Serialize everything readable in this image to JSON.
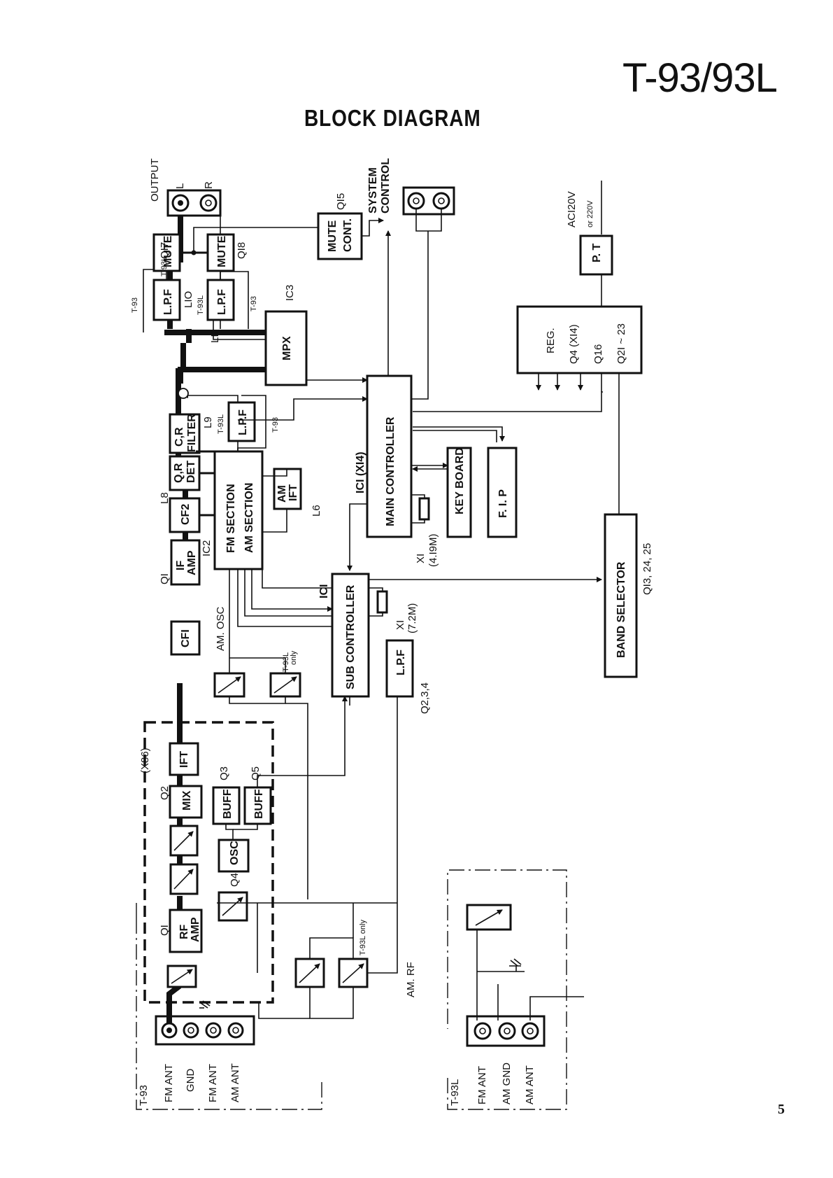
{
  "header": {
    "model": "T-93/93L",
    "heading": "BLOCK DIAGRAM"
  },
  "page_number": "5",
  "blocks": {
    "rf_amp": [
      "RF",
      "AMP"
    ],
    "mix": "MIX",
    "ift1": "IFT",
    "cf1": "CFI",
    "if_amp": [
      "IF",
      "AMP"
    ],
    "cf2": "CF2",
    "qr_det": [
      "Q,R",
      "DET"
    ],
    "fm_am": [
      "FM  SECTION",
      "AM  SECTION"
    ],
    "am_ift": [
      "AM",
      "IFT"
    ],
    "cr_filter": [
      "C,R",
      "FILTER"
    ],
    "lpf": "L.P.F",
    "mpx": "MPX",
    "mute": "MUTE",
    "mute_cont": [
      "MUTE",
      "CONT."
    ],
    "main_ctrl": "MAIN  CONTROLLER",
    "key_board": "KEY BOARD",
    "fip": "F. I. P",
    "sub_ctrl": "SUB  CONTROLLER",
    "buff": "BUFF",
    "osc": "OSC",
    "band_sel": "BAND    SELECTOR",
    "reg": [
      "REG.",
      "Q4 (XI4)",
      "Q16",
      "Q2I ~ 23"
    ],
    "pt": "P. T"
  },
  "labels": {
    "output": "OUTPUT",
    "out_l": "L",
    "out_r": "R",
    "system_control": [
      "SYSTEM",
      "CONTROL"
    ],
    "ac": [
      "ACI20V",
      "or 220V"
    ],
    "q1": "QI",
    "q2": "Q2",
    "q3": "Q3",
    "q4": "Q4",
    "q5": "Q5",
    "x86": "(X86)",
    "ic2": "IC2",
    "l8": "L8",
    "l6": "L6",
    "l9": "L9",
    "l10": "LIO",
    "l11": "LII",
    "ic3": "IC3",
    "q15": "QI5",
    "q17": "QI7",
    "q18": "QI8",
    "t93": "T-93",
    "t93l": "T-93L",
    "t93l_only": [
      "T-93L",
      "only"
    ],
    "t93l_only2": "T-93L only",
    "ic1_main": "ICI (XI4)",
    "ic1_sub": "ICI",
    "x1_main": [
      "XI",
      "(4.I9M)"
    ],
    "x1_sub": [
      "XI",
      "(7.2M)"
    ],
    "am_osc": "AM. OSC",
    "am_rf": "AM. RF",
    "q234": "Q2,3,4",
    "q13": "QI3, 24, 25",
    "ant_t93": [
      "FM ANT",
      "GND",
      "FM ANT",
      "AM ANT"
    ],
    "ant_t93l": [
      "FM ANT",
      "AM GND",
      "AM ANT"
    ],
    "t93_box": "T-93",
    "t93l_box": "T-93L"
  }
}
